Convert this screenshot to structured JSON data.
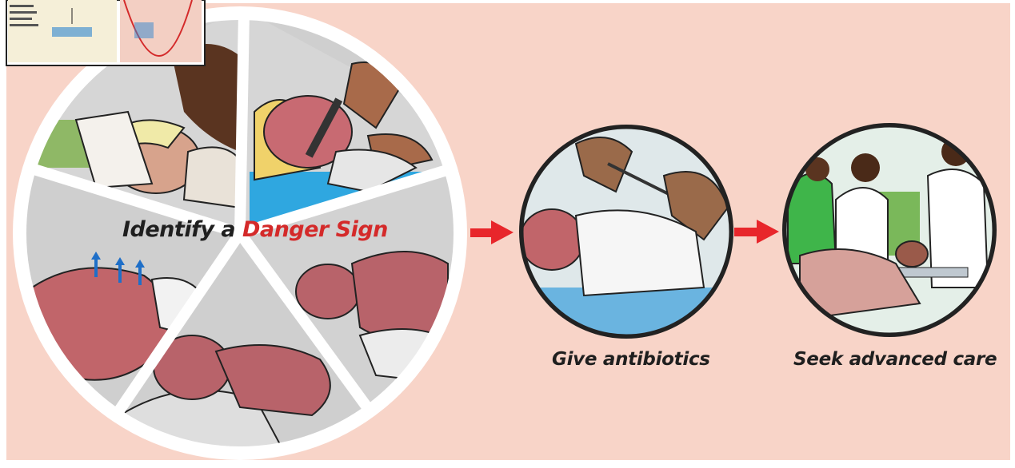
{
  "identify": {
    "prefix": "Identify a ",
    "highlight": "Danger Sign"
  },
  "steps": [
    {
      "label": "Give antibiotics"
    },
    {
      "label": "Seek advanced care"
    }
  ],
  "colors": {
    "background": "#f8d4c8",
    "wheel_border": "#ffffff",
    "arrow": "#e8262b",
    "danger_text": "#d42a2a",
    "panel_gray": "#c9c9c9",
    "skin": "#b4646a",
    "outline": "#222222",
    "blue_arrows": "#1f6fc8"
  },
  "icons": [
    "red-right-arrow",
    "blue-up-arrows"
  ]
}
